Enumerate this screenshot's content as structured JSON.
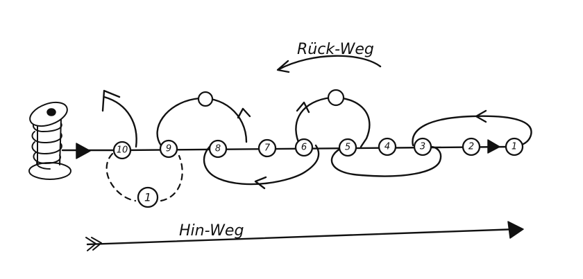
{
  "labels": {
    "rueck_weg": "Rück-Weg",
    "hin_weg": "Hin-Weg"
  },
  "nodes": [
    {
      "id": "n10",
      "label": "10"
    },
    {
      "id": "n9",
      "label": "9"
    },
    {
      "id": "n8",
      "label": "8"
    },
    {
      "id": "n7",
      "label": "7"
    },
    {
      "id": "n6",
      "label": "6"
    },
    {
      "id": "n5",
      "label": "5"
    },
    {
      "id": "n4",
      "label": "4"
    },
    {
      "id": "n3",
      "label": "3"
    },
    {
      "id": "n2",
      "label": "2"
    },
    {
      "id": "n1",
      "label": "1"
    },
    {
      "id": "n1b",
      "label": "1"
    }
  ]
}
